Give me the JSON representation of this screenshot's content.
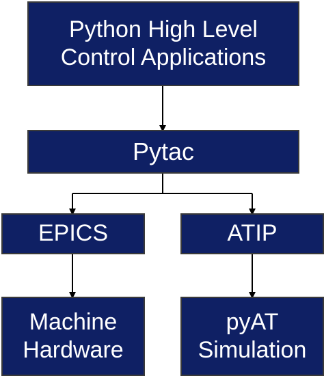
{
  "diagram": {
    "apps": {
      "line1": "Python High Level",
      "line2": "Control Applications"
    },
    "pytac": {
      "label": "Pytac"
    },
    "epics": {
      "label": "EPICS"
    },
    "atip": {
      "label": "ATIP"
    },
    "machine": {
      "line1": "Machine",
      "line2": "Hardware"
    },
    "pyat": {
      "line1": "pyAT",
      "line2": "Simulation"
    }
  },
  "colors": {
    "box_fill": "#0f2064",
    "box_border": "#3a3a3a",
    "text": "#ffffff",
    "connector": "#000000"
  }
}
